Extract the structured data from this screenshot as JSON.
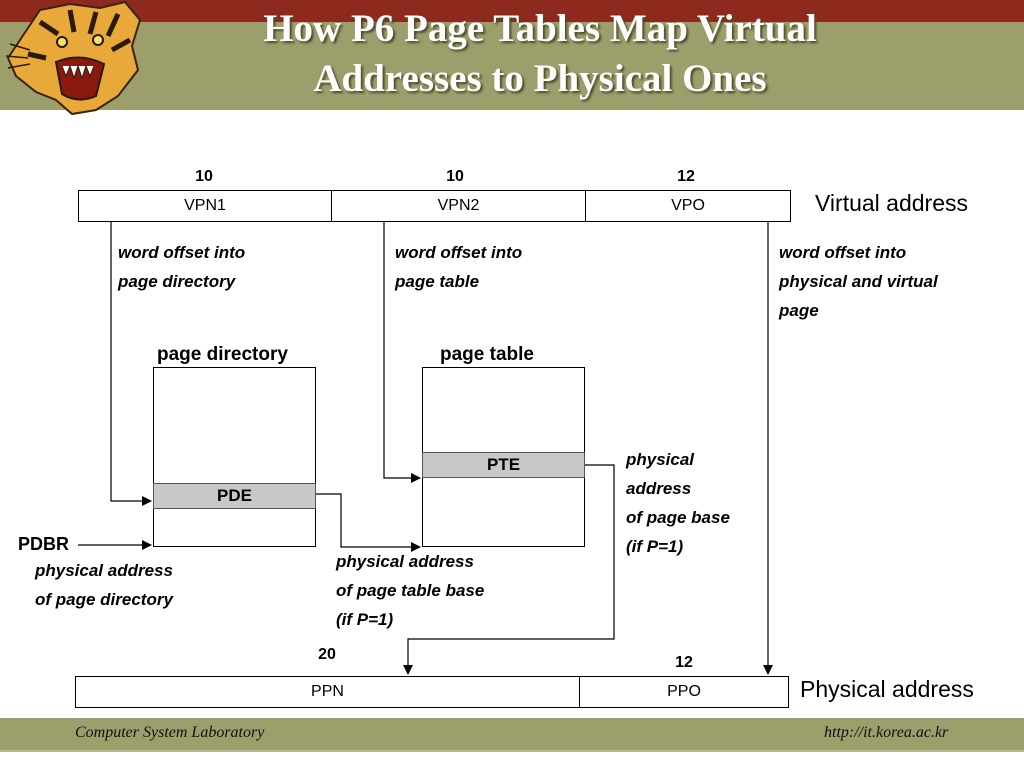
{
  "title": {
    "line1": "How P6 Page Tables Map Virtual",
    "line2": "Addresses to Physical Ones"
  },
  "footer": {
    "left": "Computer System Laboratory",
    "right": "http://it.korea.ac.kr"
  },
  "virtual_address": {
    "label": "Virtual address",
    "fields": [
      {
        "name": "VPN1",
        "bits": "10"
      },
      {
        "name": "VPN2",
        "bits": "10"
      },
      {
        "name": "VPO",
        "bits": "12"
      }
    ]
  },
  "physical_address": {
    "label": "Physical address",
    "fields": [
      {
        "name": "PPN",
        "bits": "20"
      },
      {
        "name": "PPO",
        "bits": "12"
      }
    ]
  },
  "notes": {
    "vpn1": [
      "word offset into",
      "page directory"
    ],
    "vpn2": [
      "word offset into",
      "page table"
    ],
    "vpo": [
      "word offset into",
      "physical and virtual",
      "page"
    ],
    "page_base": [
      "physical",
      "address",
      "of page base",
      "(if P=1)"
    ],
    "page_table_base": [
      "physical address",
      "of page table base",
      "(if P=1)"
    ],
    "page_directory": [
      "physical address",
      "of page directory"
    ]
  },
  "page_directory": {
    "label": "page directory",
    "entry": "PDE"
  },
  "page_table": {
    "label": "page table",
    "entry": "PTE"
  },
  "pdbr": "PDBR"
}
